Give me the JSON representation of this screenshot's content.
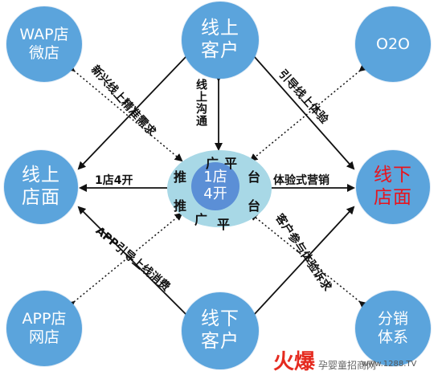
{
  "nodes": {
    "wap": [
      "WAP店",
      "微店"
    ],
    "o2o": [
      "O2O"
    ],
    "app": [
      "APP店",
      "网店"
    ],
    "fenxiao": [
      "分销",
      "体系"
    ],
    "online_customer": [
      "线上",
      "客户"
    ],
    "offline_customer": [
      "线下",
      "客户"
    ],
    "online_store": [
      "线上",
      "店面"
    ],
    "offline_store": [
      "线下",
      "店面"
    ]
  },
  "center": {
    "core": [
      "1店",
      "4开"
    ],
    "ring_top": [
      "广",
      "平"
    ],
    "ring_left_top": "推",
    "ring_right_top": "台",
    "ring_bottom": [
      "广",
      "平"
    ],
    "ring_left_bottom": "推",
    "ring_right_bottom": "台"
  },
  "edge_labels": {
    "top_left": "新兴线上精准需求",
    "top_right": "引导线上体验",
    "vertical": "线上沟通",
    "left": "1店4开",
    "right": "体验式营销",
    "bottom_left": "APP引导上线消费",
    "bottom_right": "客户参与体验诉求"
  },
  "watermark": {
    "logo": "火爆",
    "text": "孕婴童招商网",
    "url": "www.1288.TV"
  },
  "colors": {
    "node_fill": "#5ba4dc",
    "center_ring": "#a8d8e6",
    "center_core": "#5b8fd6",
    "highlight_text": "#e8141e"
  }
}
